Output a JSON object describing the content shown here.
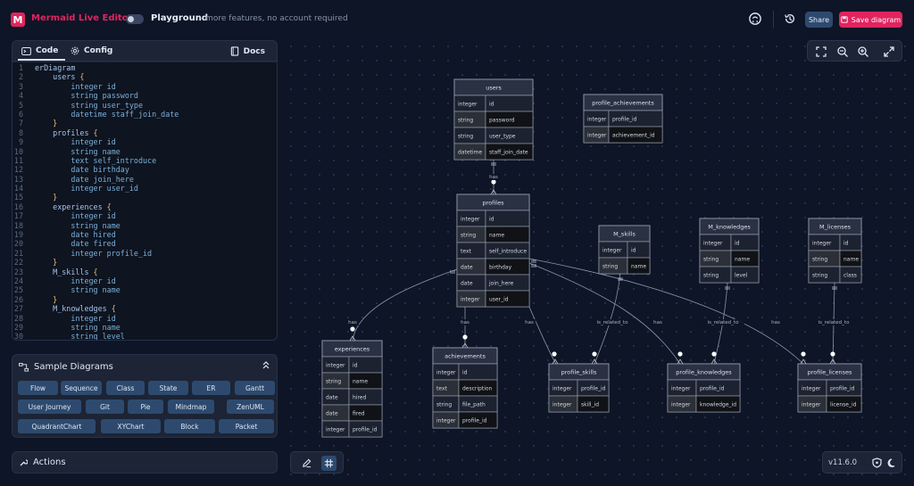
{
  "header": {
    "app_title": "Mermaid Live Editor",
    "playground_label": "Playground",
    "playground_sub": "- more features, no account required",
    "share_label": "Share",
    "save_label": "Save diagram"
  },
  "editor": {
    "tabs": {
      "code": "Code",
      "config": "Config",
      "docs": "Docs"
    },
    "lines": [
      {
        "n": "1",
        "t": "erDiagram",
        "k": "kw"
      },
      {
        "n": "2",
        "t": "    users {",
        "k": "br"
      },
      {
        "n": "3",
        "t": "        integer id",
        "k": ""
      },
      {
        "n": "4",
        "t": "        string password",
        "k": ""
      },
      {
        "n": "5",
        "t": "        string user_type",
        "k": ""
      },
      {
        "n": "6",
        "t": "        datetime staff_join_date",
        "k": ""
      },
      {
        "n": "7",
        "t": "    }",
        "k": "br"
      },
      {
        "n": "8",
        "t": "    profiles {",
        "k": "br"
      },
      {
        "n": "9",
        "t": "        integer id",
        "k": ""
      },
      {
        "n": "10",
        "t": "        string name",
        "k": ""
      },
      {
        "n": "11",
        "t": "        text self_introduce",
        "k": ""
      },
      {
        "n": "12",
        "t": "        date birthday",
        "k": ""
      },
      {
        "n": "13",
        "t": "        date join_here",
        "k": ""
      },
      {
        "n": "14",
        "t": "        integer user_id",
        "k": ""
      },
      {
        "n": "15",
        "t": "    }",
        "k": "br"
      },
      {
        "n": "16",
        "t": "    experiences {",
        "k": "br"
      },
      {
        "n": "17",
        "t": "        integer id",
        "k": ""
      },
      {
        "n": "18",
        "t": "        string name",
        "k": ""
      },
      {
        "n": "19",
        "t": "        date hired",
        "k": ""
      },
      {
        "n": "20",
        "t": "        date fired",
        "k": ""
      },
      {
        "n": "21",
        "t": "        integer profile_id",
        "k": ""
      },
      {
        "n": "22",
        "t": "    }",
        "k": "br"
      },
      {
        "n": "23",
        "t": "    M_skills {",
        "k": "br"
      },
      {
        "n": "24",
        "t": "        integer id",
        "k": ""
      },
      {
        "n": "25",
        "t": "        string name",
        "k": ""
      },
      {
        "n": "26",
        "t": "    }",
        "k": "br"
      },
      {
        "n": "27",
        "t": "    M_knowledges {",
        "k": "br"
      },
      {
        "n": "28",
        "t": "        integer id",
        "k": ""
      },
      {
        "n": "29",
        "t": "        string name",
        "k": ""
      },
      {
        "n": "30",
        "t": "        string level",
        "k": ""
      }
    ]
  },
  "samples": {
    "title": "Sample Diagrams",
    "items": [
      "Flow",
      "Sequence",
      "Class",
      "State",
      "ER",
      "Gantt",
      "User Journey",
      "Git",
      "Pie",
      "Mindmap",
      "ZenUML",
      "QuadrantChart",
      "XYChart",
      "Block",
      "Packet"
    ]
  },
  "actions": {
    "title": "Actions"
  },
  "footer": {
    "version": "v11.6.0"
  },
  "diagram": {
    "entities": [
      {
        "id": "users",
        "title": "users",
        "rows": [
          [
            "integer",
            "id"
          ],
          [
            "string",
            "password"
          ],
          [
            "string",
            "user_type"
          ],
          [
            "datetime",
            "staff_join_date"
          ]
        ]
      },
      {
        "id": "profile_achievements",
        "title": "profile_achievements",
        "rows": [
          [
            "integer",
            "profile_id"
          ],
          [
            "integer",
            "achievement_id"
          ]
        ]
      },
      {
        "id": "profiles",
        "title": "profiles",
        "rows": [
          [
            "integer",
            "id"
          ],
          [
            "string",
            "name"
          ],
          [
            "text",
            "self_introduce"
          ],
          [
            "date",
            "birthday"
          ],
          [
            "date",
            "join_here"
          ],
          [
            "integer",
            "user_id"
          ]
        ]
      },
      {
        "id": "M_skills",
        "title": "M_skills",
        "rows": [
          [
            "integer",
            "id"
          ],
          [
            "string",
            "name"
          ]
        ]
      },
      {
        "id": "M_knowledges",
        "title": "M_knowledges",
        "rows": [
          [
            "integer",
            "id"
          ],
          [
            "string",
            "name"
          ],
          [
            "string",
            "level"
          ]
        ]
      },
      {
        "id": "M_licenses",
        "title": "M_licenses",
        "rows": [
          [
            "integer",
            "id"
          ],
          [
            "string",
            "name"
          ],
          [
            "string",
            "class"
          ]
        ]
      },
      {
        "id": "experiences",
        "title": "experiences",
        "rows": [
          [
            "integer",
            "id"
          ],
          [
            "string",
            "name"
          ],
          [
            "date",
            "hired"
          ],
          [
            "date",
            "fired"
          ],
          [
            "integer",
            "profile_id"
          ]
        ]
      },
      {
        "id": "achievements",
        "title": "achievements",
        "rows": [
          [
            "integer",
            "id"
          ],
          [
            "text",
            "description"
          ],
          [
            "string",
            "file_path"
          ],
          [
            "integer",
            "profile_id"
          ]
        ]
      },
      {
        "id": "profile_skills",
        "title": "profile_skills",
        "rows": [
          [
            "integer",
            "profile_id"
          ],
          [
            "integer",
            "skill_id"
          ]
        ]
      },
      {
        "id": "profile_knowledges",
        "title": "profile_knowledges",
        "rows": [
          [
            "integer",
            "profile_id"
          ],
          [
            "integer",
            "knowledge_id"
          ]
        ]
      },
      {
        "id": "profile_licenses",
        "title": "profile_licenses",
        "rows": [
          [
            "integer",
            "profile_id"
          ],
          [
            "integer",
            "license_id"
          ]
        ]
      }
    ],
    "relations": [
      {
        "from": "users",
        "to": "profiles",
        "label": "has"
      },
      {
        "from": "profiles",
        "to": "experiences",
        "label": "has"
      },
      {
        "from": "profiles",
        "to": "achievements",
        "label": "has"
      },
      {
        "from": "profiles",
        "to": "profile_skills",
        "label": "has"
      },
      {
        "from": "profiles",
        "to": "profile_knowledges",
        "label": "has"
      },
      {
        "from": "profiles",
        "to": "profile_licenses",
        "label": "has"
      },
      {
        "from": "M_skills",
        "to": "profile_skills",
        "label": "is_related_to"
      },
      {
        "from": "M_knowledges",
        "to": "profile_knowledges",
        "label": "is_related_to"
      },
      {
        "from": "M_licenses",
        "to": "profile_licenses",
        "label": "is_related_to"
      }
    ]
  }
}
